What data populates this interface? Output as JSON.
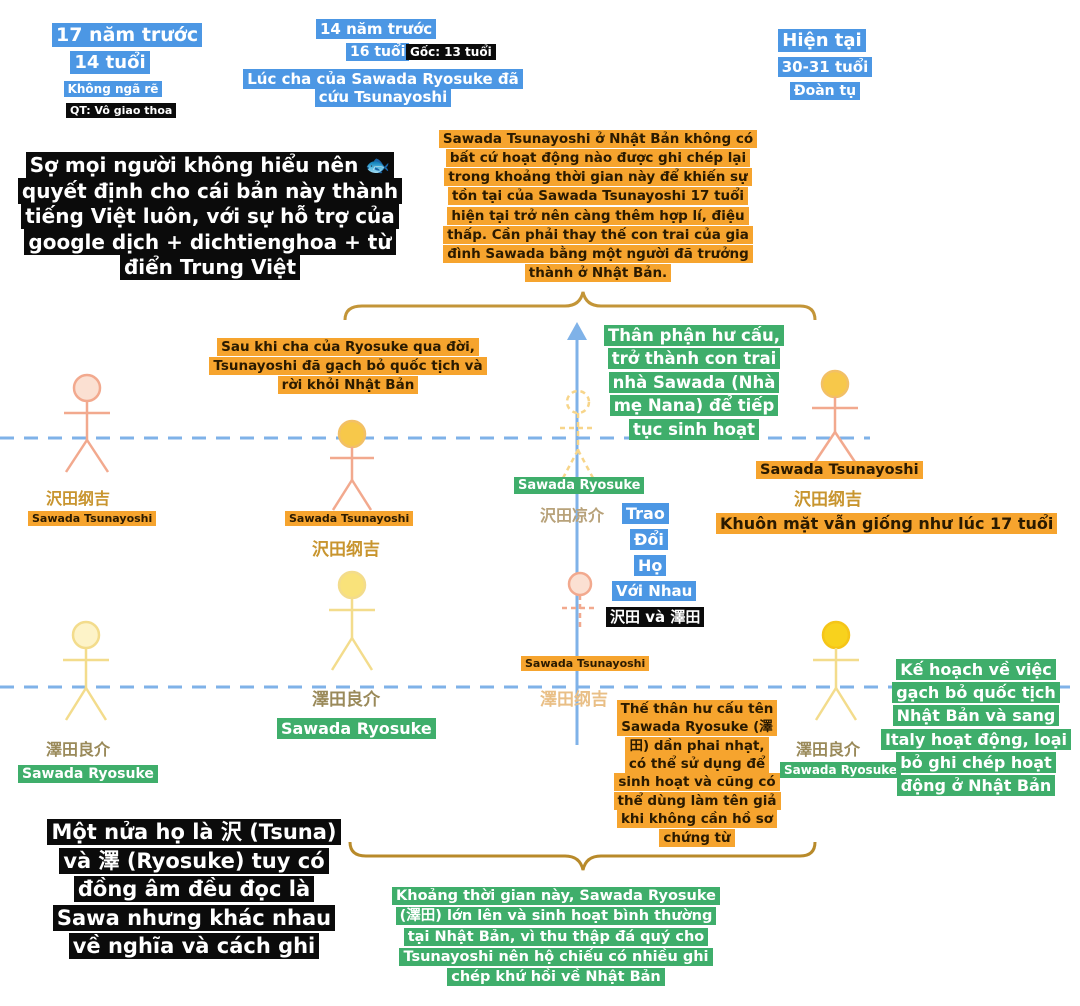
{
  "timeline": {
    "past17": {
      "label": "17 năm trước",
      "age": "14 tuổi",
      "note": "Không ngã rẽ",
      "qt": "QT: Vô giao thoa"
    },
    "past14": {
      "label": "14 năm trước",
      "age": "16 tuổi",
      "origin": "Gốc: 13 tuổi",
      "event": [
        "Lúc cha của Sawada Ryosuke đã",
        "cứu Tsunayoshi"
      ]
    },
    "present": {
      "label": "Hiện tại",
      "age": "30-31 tuổi",
      "note": "Đoàn tụ"
    }
  },
  "translator_note": [
    "Sợ mọi người không hiểu nên 🐟",
    "quyết định cho cái bản này thành",
    "tiếng Việt luôn, với sự hỗ trợ của",
    "google dịch + dichtienghoa + từ",
    "điển Trung Việt"
  ],
  "top_note": [
    "Sawada Tsunayoshi ở Nhật Bản không có",
    "bất cứ hoạt động nào được ghi chép lại",
    "trong khoảng thời gian này để khiến sự",
    "tồn tại của Sawada Tsunayoshi 17 tuổi",
    "hiện tại trở nên càng thêm hợp lí, điệu",
    "thấp. Cần phải thay thế con trai của gia",
    "đình Sawada bằng một người đã trưởng",
    "thành ở Nhật Bản."
  ],
  "after_death_note": [
    "Sau khi cha của Ryosuke qua đời,",
    "Tsunayoshi đã gạch bỏ quốc tịch và",
    "rời khỏi Nhật Bản"
  ],
  "fictional_identity_note": [
    "Thân phận hư cấu,",
    "trở thành con trai",
    "nhà Sawada (Nhà",
    "mẹ Nana) để tiếp",
    "tục sinh hoạt"
  ],
  "figures": {
    "tsuna_past17": {
      "cn": "沢田纲吉",
      "label": "Sawada Tsunayoshi"
    },
    "tsuna_past14": {
      "label": "Sawada Tsunayoshi",
      "cn": "沢田纲吉"
    },
    "swap_top": {
      "label": "Sawada Ryosuke",
      "cn": "沢田凉介"
    },
    "swap_bottom": {
      "label": "Sawada Tsunayoshi",
      "cn": "澤田纲吉"
    },
    "tsuna_present": {
      "label": "Sawada Tsunayoshi",
      "cn": "沢田纲吉",
      "note": "Khuôn mặt vẫn giống như lúc 17 tuổi"
    },
    "ryosuke_past17": {
      "cn": "澤田良介",
      "label": "Sawada Ryosuke"
    },
    "ryosuke_past14": {
      "cn": "澤田良介",
      "label": "Sawada Ryosuke"
    },
    "ryosuke_present": {
      "cn": "澤田良介",
      "label": "Sawada Ryosuke"
    }
  },
  "swap_words": [
    "Trao",
    "Đổi",
    "Họ",
    "Với Nhau"
  ],
  "swap_chars": "沢田 và 澤田",
  "fade_note": [
    "Thế thân hư cấu tên",
    "Sawada Ryosuke (澤",
    "田) dần phai nhạt,",
    "có thể sử dụng để",
    "sinh hoạt và cũng có",
    "thể dùng làm tên giả",
    "khi không cần hồ sơ",
    "chứng từ"
  ],
  "plan_note": [
    "Kế hoạch về việc",
    "gạch bỏ quốc tịch",
    "Nhật Bản và sang",
    "Italy hoạt động, loại",
    "bỏ ghi chép hoạt",
    "động ở Nhật Bản"
  ],
  "surname_note": [
    "Một nửa họ là 沢 (Tsuna)",
    "và 澤 (Ryosuke) tuy có",
    "đồng âm đều đọc là",
    "Sawa nhưng khác nhau",
    "về nghĩa và cách ghi"
  ],
  "bottom_note": [
    "Khoảng thời gian này, Sawada Ryosuke",
    "(澤田) lớn lên và sinh hoạt bình thường",
    "tại Nhật Bản, vì thu thập đá quý cho",
    "Tsunayoshi nên hộ chiếu có nhiều ghi",
    "chép khứ hồi về Nhật Bản"
  ],
  "colors": {
    "blue": "#4c97e4",
    "orange": "#f6a42e",
    "green": "#3fae6b",
    "black": "#0b0b0b",
    "dash": "#7fb2e8",
    "brace": "#b88a2a"
  }
}
